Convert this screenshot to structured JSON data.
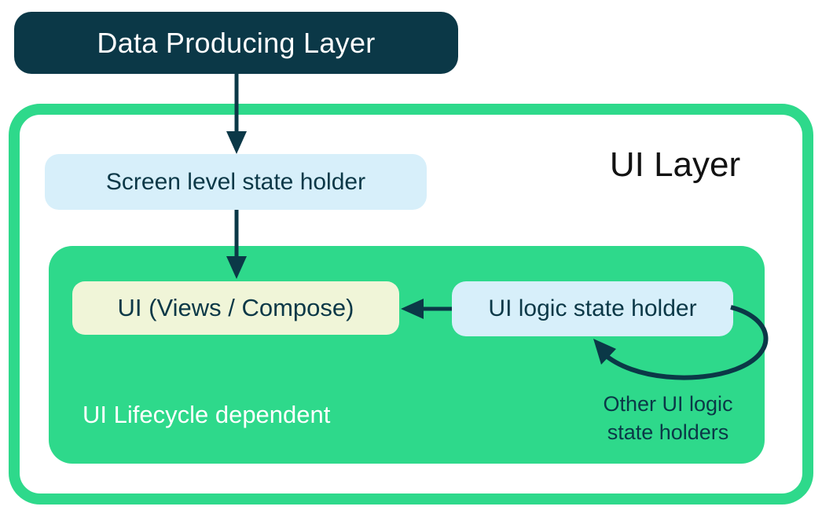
{
  "colors": {
    "dark": "#0B3847",
    "green": "#2ED98B",
    "light_blue": "#D7EFFA",
    "cream": "#F0F5D8",
    "white": "#FFFFFF",
    "title_text": "#121212"
  },
  "data_producing_layer": {
    "label": "Data Producing Layer"
  },
  "ui_layer": {
    "title": "UI Layer",
    "screen_level_state_holder": {
      "label": "Screen level state holder"
    },
    "lifecycle_region": {
      "caption": "UI Lifecycle dependent",
      "ui": {
        "label": "UI (Views / Compose)"
      },
      "ui_logic_state_holder": {
        "label": "UI logic state holder"
      },
      "other_note": {
        "line1": "Other UI logic",
        "line2": "state holders"
      }
    }
  },
  "arrows": {
    "flow1": {
      "from": "Data Producing Layer",
      "to": "Screen level state holder"
    },
    "flow2": {
      "from": "Screen level state holder",
      "to": "UI (Views / Compose)"
    },
    "flow3": {
      "from": "UI logic state holder",
      "to": "UI (Views / Compose)"
    },
    "loop": {
      "from": "UI logic state holder",
      "to": "Other UI logic state holders"
    }
  }
}
